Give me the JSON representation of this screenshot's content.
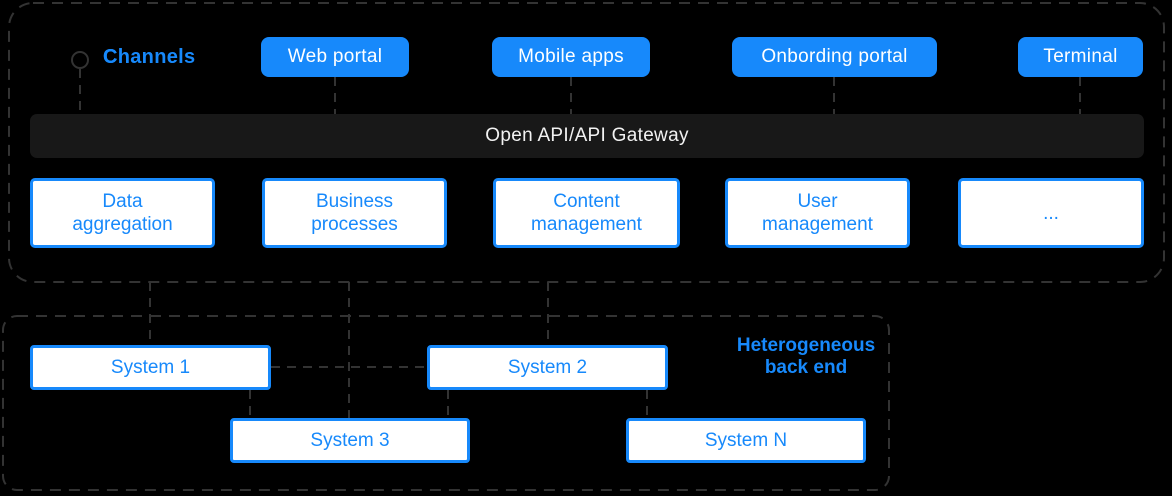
{
  "colors": {
    "accent": "#1789fb",
    "dashed_line": "#333333",
    "gateway_bar_bg": "#181818",
    "background": "#000000",
    "node_bg": "#ffffff",
    "button_text": "#ffffff"
  },
  "channels": {
    "label": "Channels",
    "buttons": [
      {
        "label": "Web portal"
      },
      {
        "label": "Mobile apps"
      },
      {
        "label": "Onbording portal"
      },
      {
        "label": "Terminal"
      }
    ]
  },
  "gateway": {
    "label": "Open API/API Gateway"
  },
  "services": [
    {
      "label": "Data aggregation"
    },
    {
      "label": "Business processes"
    },
    {
      "label": "Content management"
    },
    {
      "label": "User management"
    },
    {
      "label": "..."
    }
  ],
  "backend": {
    "label": {
      "line1": "Heterogeneous",
      "line2": "back end"
    },
    "systems": [
      {
        "label": "System 1"
      },
      {
        "label": "System 2"
      },
      {
        "label": "System 3"
      },
      {
        "label": "System N"
      }
    ]
  }
}
